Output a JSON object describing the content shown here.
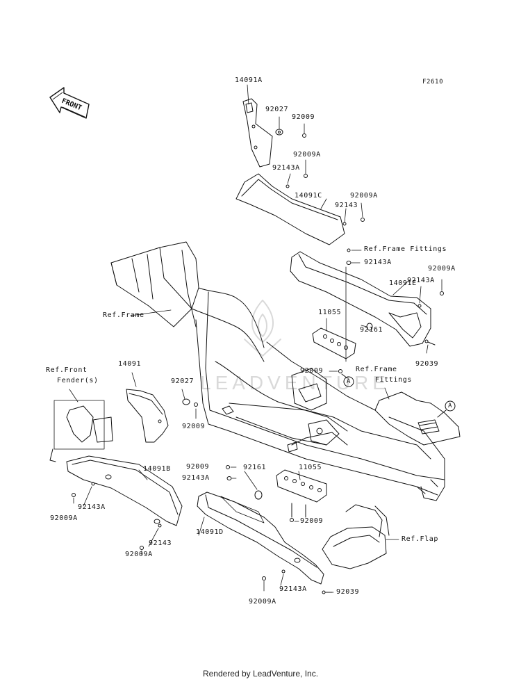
{
  "diagram": {
    "code": "F2610",
    "front_arrow": "FRONT",
    "watermark": "LEADVENTURE",
    "footer": "Rendered by LeadVenture, Inc.",
    "colors": {
      "line": "#111111",
      "watermark": "#d9d9d9"
    },
    "labels": {
      "p14091A": "14091A",
      "p92027_top": "92027",
      "p92009_top": "92009",
      "p92009A_1": "92009A",
      "p92143A_1": "92143A",
      "p14091C": "14091C",
      "p92009A_2": "92009A",
      "p92143_1": "92143",
      "ref_frame_fittings_1": "Ref.Frame Fittings",
      "p92143A_2": "92143A",
      "p92009A_3": "92009A",
      "p14091E": "14091E",
      "p92143A_3": "92143A",
      "ref_frame": "Ref.Frame",
      "p11055_1": "11055",
      "p92161_1": "92161",
      "p92039_1": "92039",
      "p92009_mid": "92009",
      "ref_frame_fittings_2a": "Ref.Frame",
      "ref_frame_fittings_2b": "Fittings",
      "marker_a_1": "A",
      "marker_a_2": "A",
      "ref_front_fender_a": "Ref.Front",
      "ref_front_fender_b": "Fender(s)",
      "p14091": "14091",
      "p92027_mid": "92027",
      "p92009_left": "92009",
      "p14091B": "14091B",
      "p92143A_4": "92143A",
      "p92009A_4": "92009A",
      "p92143_2": "92143",
      "p92009A_5": "92009A",
      "p92009_low": "92009",
      "p92143A_5": "92143A",
      "p92161_2": "92161",
      "p11055_2": "11055",
      "p14091D": "14091D",
      "p92009_low2": "92009",
      "ref_flap": "Ref.Flap",
      "p92143A_6": "92143A",
      "p92009A_6": "92009A",
      "p92039_2": "92039"
    }
  }
}
